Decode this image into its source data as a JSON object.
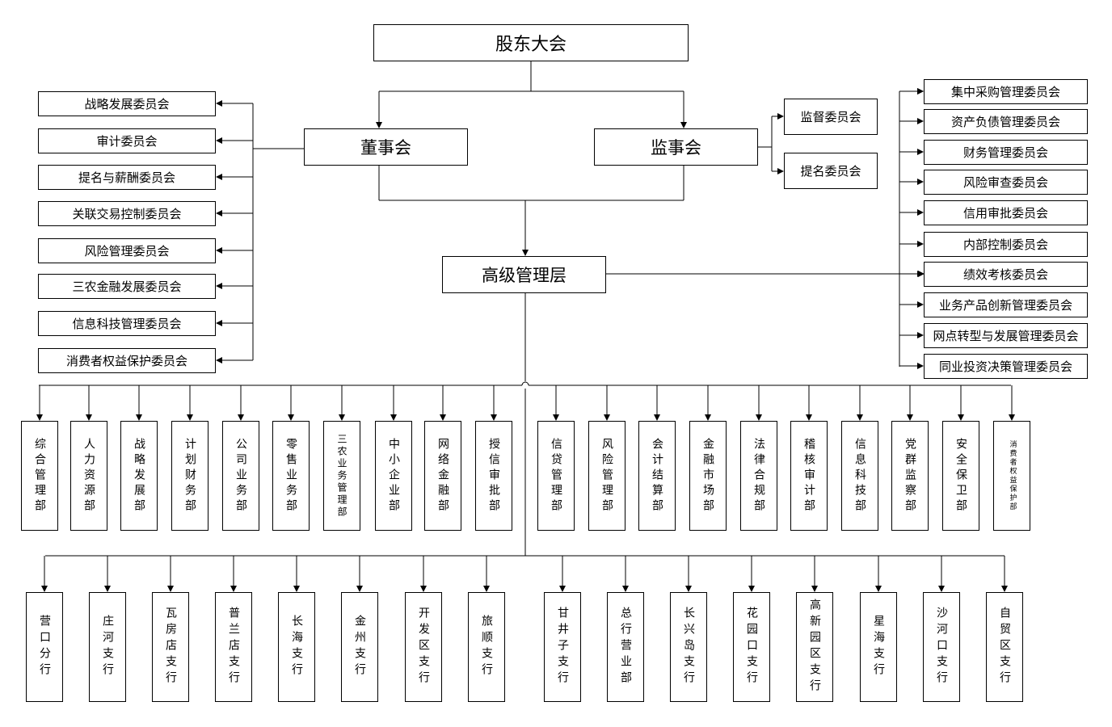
{
  "top": {
    "shareholders": "股东大会"
  },
  "board": "董事会",
  "supervisors": "监事会",
  "management": "高级管理层",
  "board_committees": [
    "战略发展委员会",
    "审计委员会",
    "提名与薪酬委员会",
    "关联交易控制委员会",
    "风险管理委员会",
    "三农金融发展委员会",
    "信息科技管理委员会",
    "消费者权益保护委员会"
  ],
  "supervisor_committees": [
    "监督委员会",
    "提名委员会"
  ],
  "management_committees": [
    "集中采购管理委员会",
    "资产负债管理委员会",
    "财务管理委员会",
    "风险审查委员会",
    "信用审批委员会",
    "内部控制委员会",
    "绩效考核委员会",
    "业务产品创新管理委员会",
    "网点转型与发展管理委员会",
    "同业投资决策管理委员会"
  ],
  "departments": [
    "综合管理部",
    "人力资源部",
    "战略发展部",
    "计划财务部",
    "公司业务部",
    "零售业务部",
    "三农业务管理部",
    "中小企业部",
    "网络金融部",
    "授信审批部",
    "信贷管理部",
    "风险管理部",
    "会计结算部",
    "金融市场部",
    "法律合规部",
    "稽核审计部",
    "信息科技部",
    "党群监察部",
    "安全保卫部",
    "消费者权益保护部"
  ],
  "branches": [
    "营口分行",
    "庄河支行",
    "瓦房店支行",
    "普兰店支行",
    "长海支行",
    "金州支行",
    "开发区支行",
    "旅顺支行",
    "甘井子支行",
    "总行营业部",
    "长兴岛支行",
    "花园口支行",
    "高新园区支行",
    "星海支行",
    "沙河口支行",
    "自贸区支行"
  ]
}
